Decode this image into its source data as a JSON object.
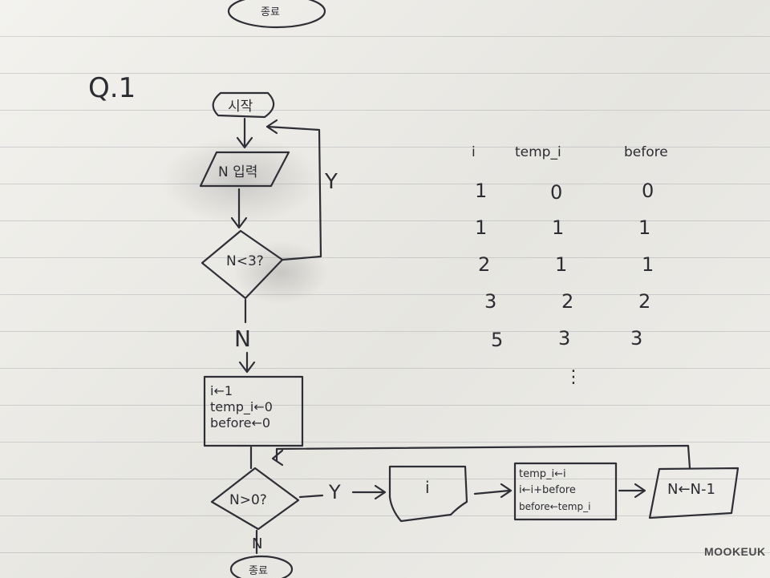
{
  "top_terminal": "종료",
  "problem_label": "Q.1",
  "flowchart": {
    "start": "시작",
    "input": "N 입력",
    "check_small": "N<3?",
    "loop_yes": "Y",
    "branch_no": "N",
    "init_lines": [
      "i←1",
      "temp_i←0",
      "before←0"
    ],
    "loop_check": "N>0?",
    "yes_label": "Y",
    "print": "i",
    "update_lines": [
      "temp_i←i",
      "i←i+before",
      "before←temp_i"
    ],
    "decrement": "N←N-1",
    "no_label": "N",
    "end": "종료"
  },
  "trace_table": {
    "columns": [
      "i",
      "temp_i",
      "before"
    ],
    "rows": [
      [
        "1",
        "0",
        "0"
      ],
      [
        "1",
        "1",
        "1"
      ],
      [
        "2",
        "1",
        "1"
      ],
      [
        "3",
        "2",
        "2"
      ],
      [
        "5",
        "3",
        "3"
      ]
    ],
    "continuation": "⋮"
  },
  "watermark": "MOOKEUK"
}
